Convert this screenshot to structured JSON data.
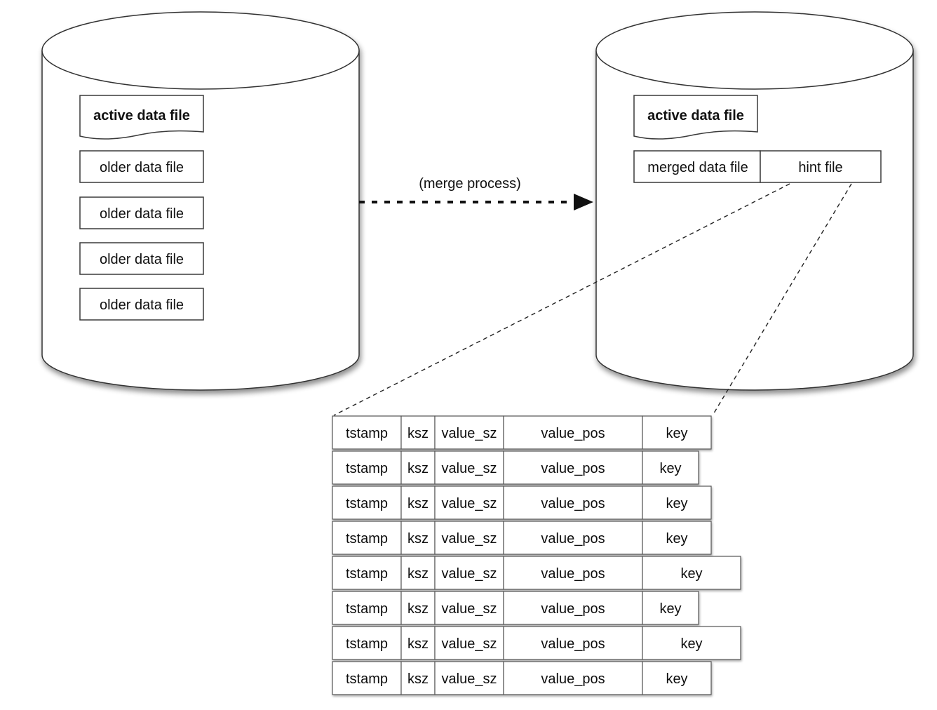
{
  "left_db": {
    "active_file": "active data file",
    "older_files": [
      "older data file",
      "older data file",
      "older data file",
      "older data file"
    ]
  },
  "right_db": {
    "active_file": "active data file",
    "merged_file": "merged data file",
    "hint_file": "hint file"
  },
  "merge_label": "(merge process)",
  "hint_entries": {
    "columns": [
      "tstamp",
      "ksz",
      "value_sz",
      "value_pos",
      "key"
    ],
    "row_count": 8
  }
}
